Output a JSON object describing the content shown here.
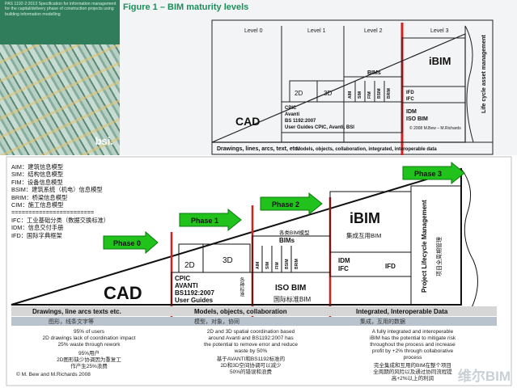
{
  "cover": {
    "title": "PAS 1192-2:2013 Specification for information management for the capital/delivery phase of construction projects using building information modelling",
    "brand": "bsi."
  },
  "top": {
    "figure_title": "Figure 1 – BIM maturity levels",
    "levels": [
      "Level 0",
      "Level 1",
      "Level 2",
      "Level 3"
    ],
    "cad": "CAD",
    "two_d": "2D",
    "three_d": "3D",
    "bims": "BIMs",
    "bim_columns": [
      "AIM",
      "SIM",
      "FIM",
      "BSIM",
      "BRIM"
    ],
    "ibim": "iBIM",
    "ifd": "IFD",
    "ifc": "IFC",
    "idm": "IDM",
    "iso_bim": "ISO BIM",
    "copyright": "© 2008 M.Bew – M.Richards",
    "level1_items": [
      "CPIC",
      "Avanti",
      "BS 1192:2007",
      "User Guides CPIC, Avanti, BSI"
    ],
    "lifecycle": "Life cycle asset management",
    "bottom_left": "Drawings, lines, arcs, text, etc.",
    "bottom_right": "Models, objects, collaboration, integrated, interoperable data"
  },
  "bottom": {
    "legend": [
      "AIM：建筑信息模型",
      "SIM：结构信息模型",
      "FIM：设备信息模型",
      "BSIM：建筑系统（机电）信息模型",
      "BRIM：桥梁信息模型",
      "CIM：施工信息模型",
      "========================",
      "IFC：工业基础分类（数据交换标准）",
      "IDM：信息交付手册",
      "IFD：国际字典框架"
    ],
    "phases": [
      "Phase 0",
      "Phase 1",
      "Phase 2",
      "Phase 3"
    ],
    "cad": "CAD",
    "two_d": "2D",
    "three_d": "3D",
    "bims": "BIMs",
    "bims_cn": "各类BIM模型",
    "bim_columns": [
      "AIM",
      "SIM",
      "FIM",
      "BSIM",
      "BRIM"
    ],
    "ibim": "iBIM",
    "ibim_cn": "集成互用BIM",
    "idm": "IDM",
    "ifc": "IFC",
    "ifd": "IFD",
    "iso_bim": "ISO BIM",
    "iso_bim_cn": "国际标准BIM",
    "level1_items": [
      "CPIC",
      "AVANTI",
      "BS1192:2007",
      "User Guides"
    ],
    "level1_cn": "各种标准",
    "lifecycle": "Project Lifecycle Management",
    "lifecycle_cn": "项目全周期管理",
    "band": [
      "Drawings, line arcs texts etc.",
      "Models, objects, collaboration",
      "Integrated, Interoperable Data"
    ],
    "band_cn": [
      "图形，线条文字等",
      "模型，对象，协同",
      "集成，互用的数据"
    ],
    "desc0": [
      "95% of users",
      "2D drawings lack of coordination impact",
      "25% waste through rework",
      "95%用户",
      "2D图形缺少协调因为重复工",
      "作产生25%浪费"
    ],
    "desc0_copy": "© M. Bew and M.Richards 2008",
    "desc1": [
      "2D and 3D spatial coordination based",
      "around Avanti and BS1192:2007 has",
      "the potential to remove error and reduce",
      "waste by 50%",
      "基于AVANTI和BS1192标准的",
      "2D和3D空间协调可以减少",
      "50%的错误和浪费"
    ],
    "desc2": [
      "A fully integrated and interoperable",
      "iBIM has the potential to mitigate risk",
      "throughout the process and increase",
      "profit by +2% through collaborative",
      "process",
      "完全集成和互用的BIM在整个项目",
      "全周期的风险以及通过协同流程提",
      "高+2%以上的利润"
    ],
    "watermark": "维尔BIM"
  }
}
